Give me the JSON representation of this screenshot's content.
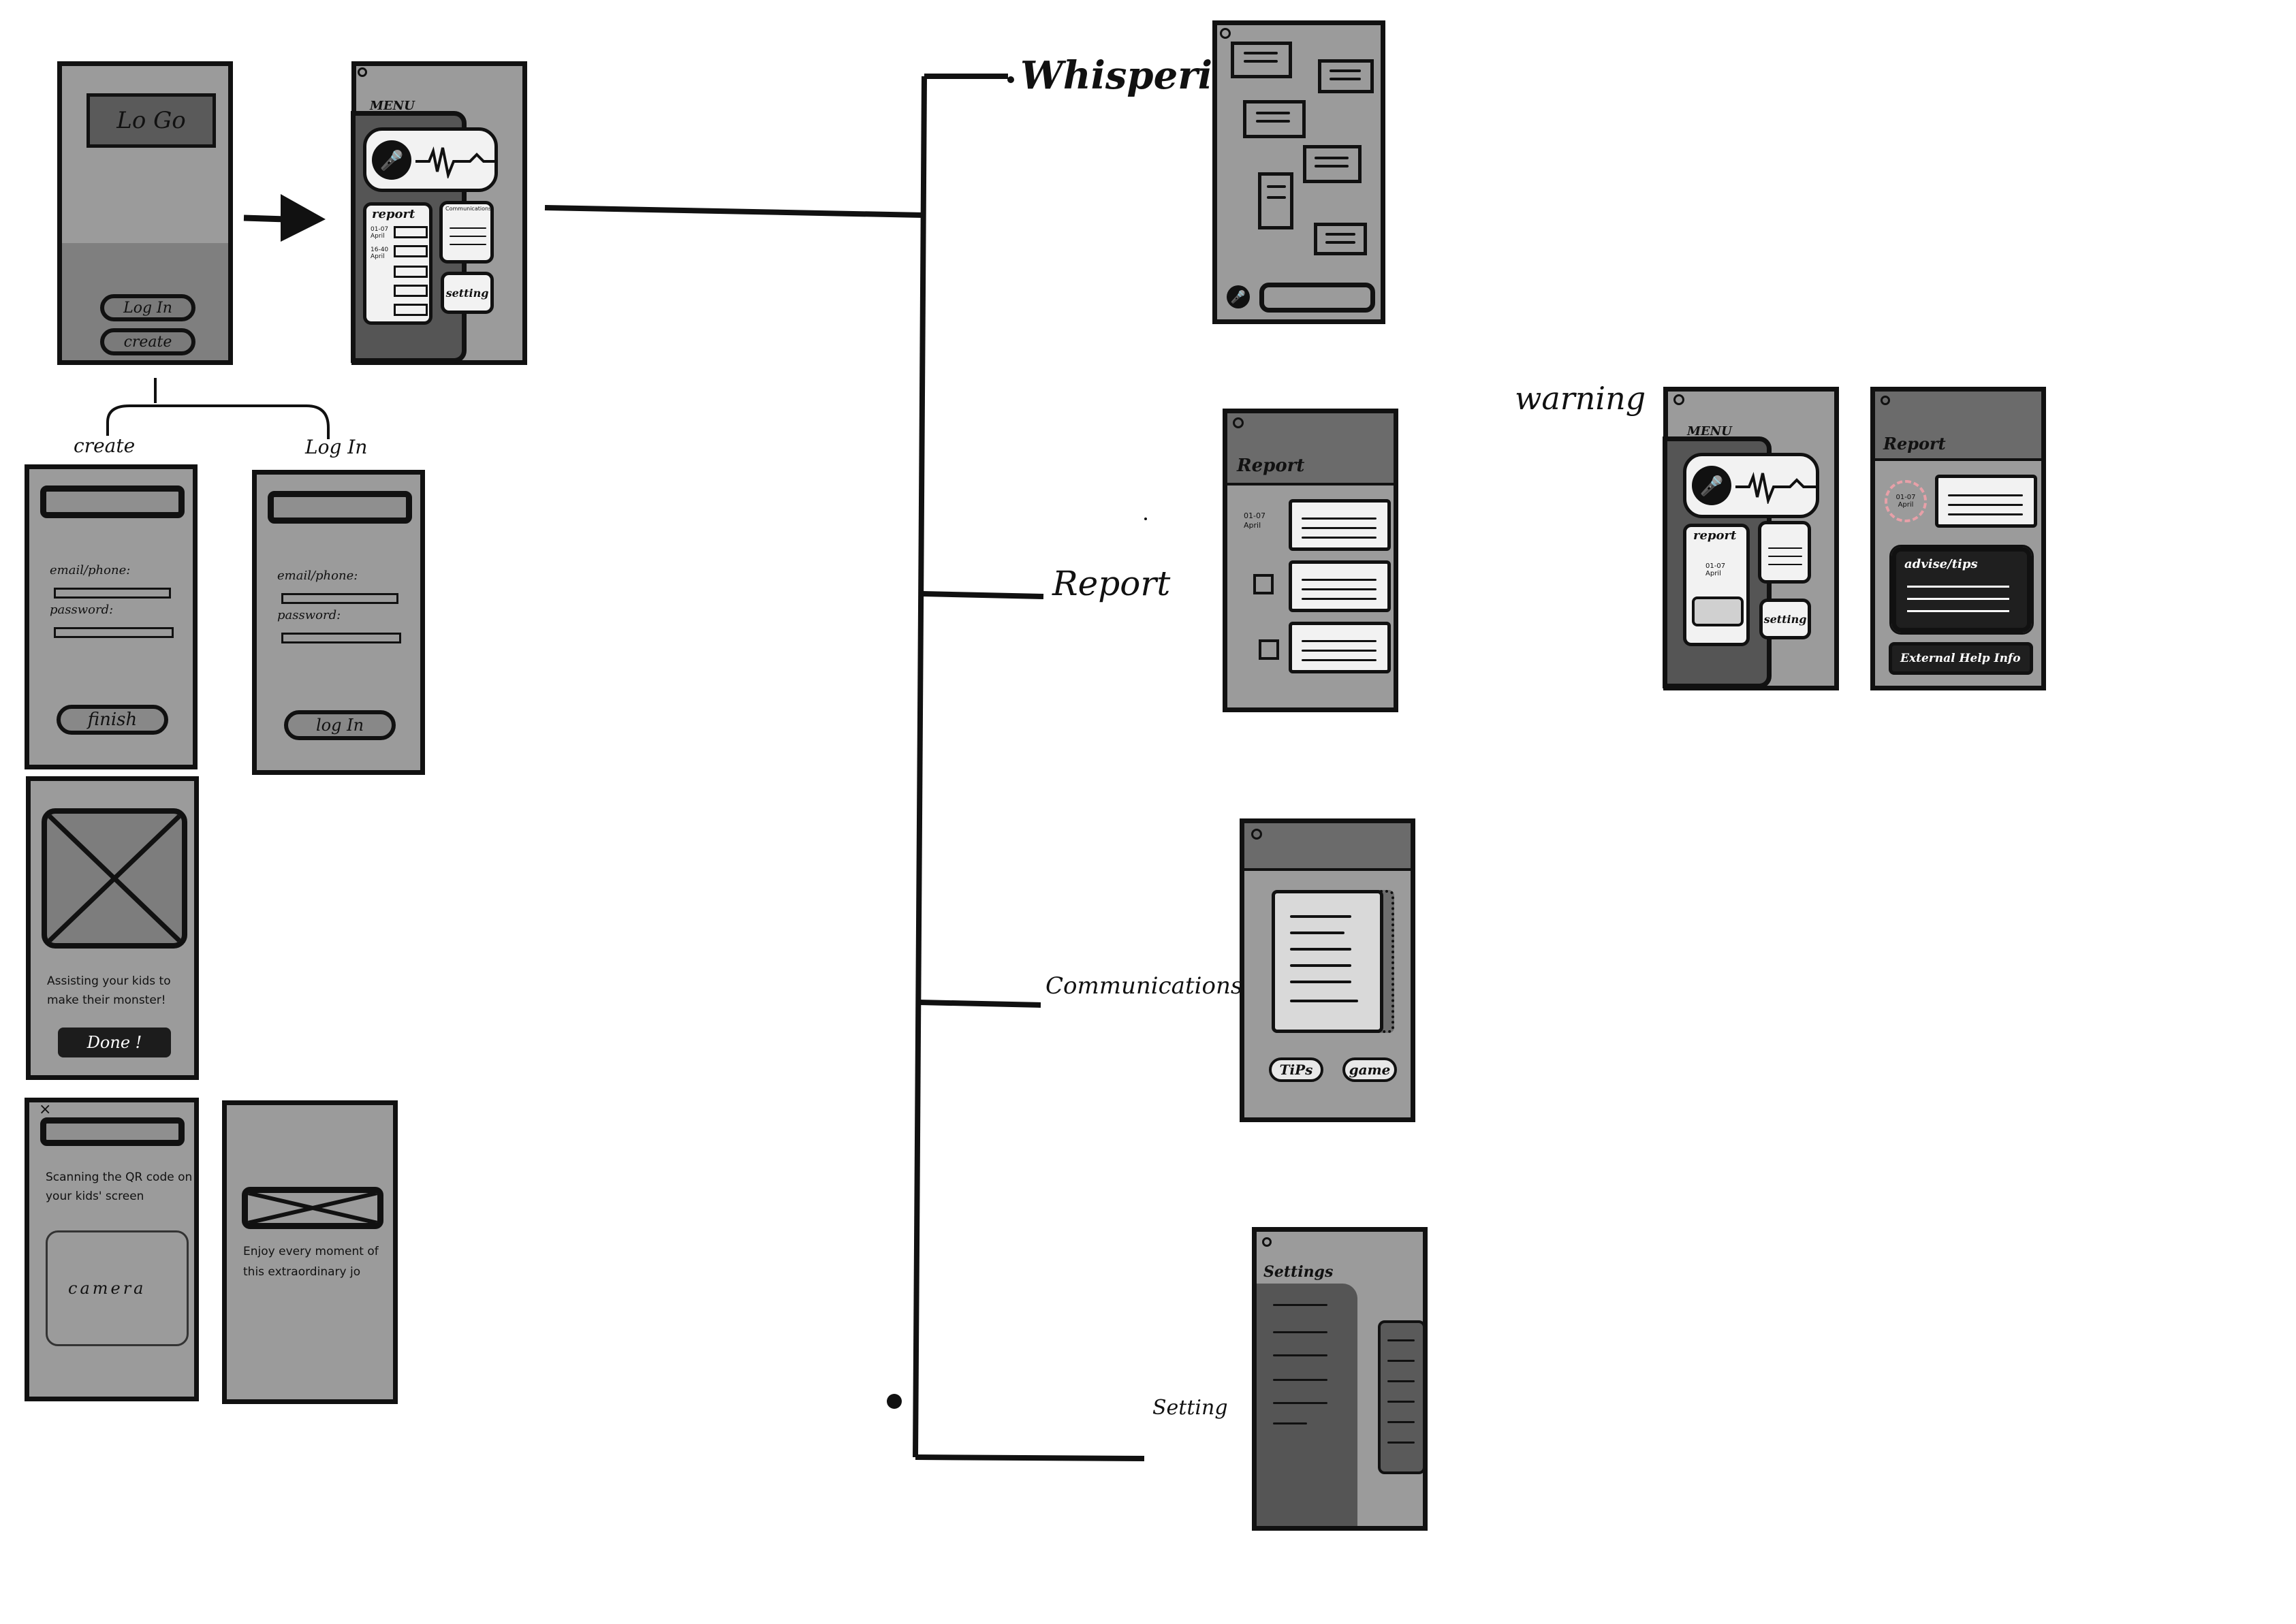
{
  "onboarding": {
    "logo_text": "Lo Go",
    "login_button": "Log In",
    "create_button": "create",
    "branch_create_label": "create",
    "branch_login_label": "Log In"
  },
  "menu": {
    "title": "MENU",
    "report_label": "report",
    "communications_label": "Communications",
    "setting_label": "setting",
    "dates": [
      "01-07 April",
      "16-40 April"
    ]
  },
  "create_form": {
    "email_label": "email/phone:",
    "password_label": "password:",
    "finish_button": "finish"
  },
  "login_form": {
    "email_label": "email/phone:",
    "password_label": "password:",
    "login_button": "log In"
  },
  "monster_screen": {
    "text": "Assisting your kids to make their monster!",
    "done_button": "Done !"
  },
  "qr_screen": {
    "text": "Scanning the QR code on your kids' screen",
    "camera_label": "camera"
  },
  "enjoy_screen": {
    "text": "Enjoy every moment of this extraordinary jo"
  },
  "branches": {
    "whispering": "Whispering",
    "report": "Report",
    "communications": "Communications",
    "setting": "Setting"
  },
  "report_screen": {
    "title": "Report",
    "date": "01-07 April"
  },
  "communications_screen": {
    "tips_button": "TiPs",
    "game_button": "game"
  },
  "settings_screen": {
    "title": "Settings"
  },
  "warning": {
    "label": "warning",
    "menu_title": "MENU",
    "report_label": "report",
    "date": "01-07 April",
    "setting_label": "setting",
    "report_title": "Report",
    "advise_label": "advise/tips",
    "external_help": "External Help Info"
  }
}
